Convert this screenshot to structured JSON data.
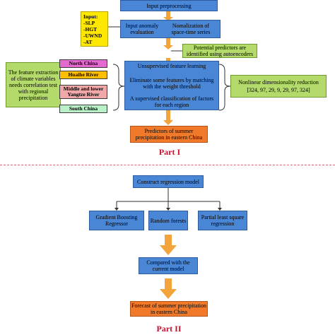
{
  "part1": {
    "input_preprocessing": "Input preprocessing",
    "input_box": {
      "title": "Input:",
      "items": [
        "-SLP",
        "-HGT",
        "-UWND",
        "-AT"
      ]
    },
    "anomaly_left": "Input anomaly evaluation",
    "anomaly_right": "Nomalization of space-time series",
    "potential_predictors": "Potential predictors are identified using autoencoders",
    "unsupervised": "Unsupervised feature learning",
    "eliminate": "Eliminate some features by matching with the weight threshold",
    "supervised": "A supervised classification of factors for each region",
    "nonlinear_title": "Nonlinear dimensionality reduction",
    "nonlinear_values": "[324,  97,  29,  9,  29,  97,  324]",
    "feature_extraction": "The feature extraction of climate variables needs correlation test with regional precipitation",
    "regions": [
      "North China",
      "Huaihe River",
      "Middle and lower Yangtze River",
      "South China"
    ],
    "predictors": "Predictors of summer precipitation in eastern China",
    "part_label": "Part I"
  },
  "part2": {
    "construct": "Construct regression model",
    "gbr": "Gradient Boosting Regressor",
    "rf": "Random forests",
    "pls": "Partial least square regression",
    "compared": "Compared with the current model",
    "forecast": "Forecast of summer precipitation in eastern China",
    "part_label": "Part II"
  },
  "colors": {
    "blue": "#4a86d6",
    "orange": "#f07a2a",
    "green": "#b3da6a",
    "yellow": "#ffe800",
    "north_china": "#e46ad0",
    "huaihe": "#ffbf00",
    "yangtze": "#f0a8a8",
    "south_china": "#b9f0c8",
    "part_label": "#c8102e",
    "arrow": "#f2a33a"
  }
}
